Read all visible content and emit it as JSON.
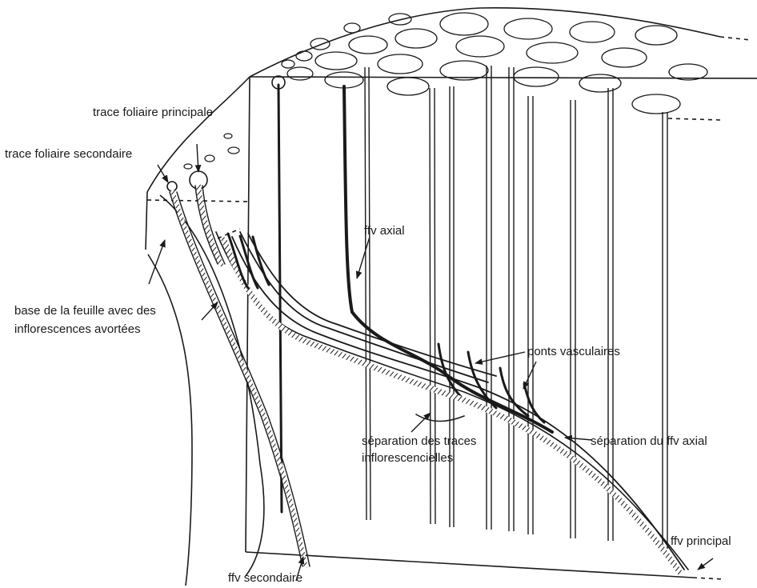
{
  "labels": {
    "trace_principale": "trace foliaire principale",
    "trace_secondaire": "trace foliaire secondaire",
    "ffv_axial": "ffv axial",
    "base_feuille_1": "base de la feuille avec des",
    "base_feuille_2": "inflorescences avortées",
    "ponts_vasculaires": "ponts vasculaires",
    "separation_traces_1": "séparation des traces",
    "separation_traces_2": "inflorescencielles",
    "separation_ffv_axial": "séparation du ffv axial",
    "ffv_principal": "ffv principal",
    "ffv_secondaire": "ffv secondaire"
  },
  "colors": {
    "ink": "#1a1a1a",
    "paper": "#ffffff"
  }
}
